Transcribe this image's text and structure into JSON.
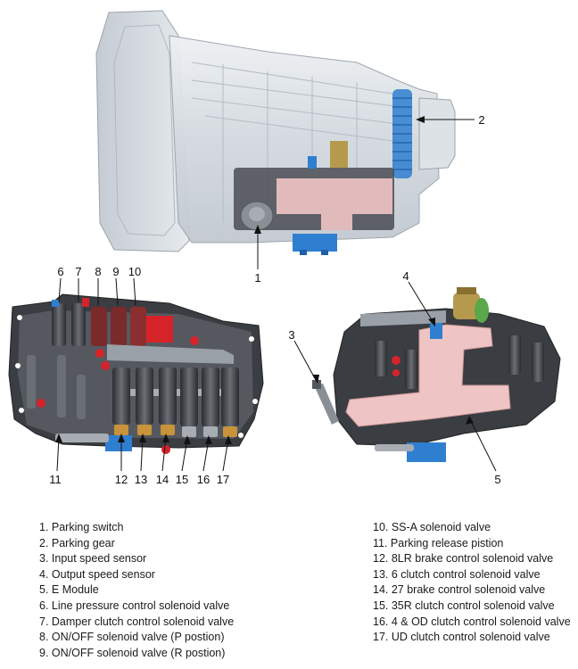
{
  "callouts": {
    "n1": "1",
    "n2": "2",
    "n3": "3",
    "n4": "4",
    "n5": "5",
    "n6": "6",
    "n7": "7",
    "n8": "8",
    "n9": "9",
    "n10": "10",
    "n11": "11",
    "n12": "12",
    "n13": "13",
    "n14": "14",
    "n15": "15",
    "n16": "16",
    "n17": "17"
  },
  "legend_left": [
    "1. Parking switch",
    "2. Parking gear",
    "3. Input speed sensor",
    "4. Output speed sensor",
    "5. E Module",
    "6. Line pressure control solenoid valve",
    "7. Damper clutch control solenoid valve",
    "8. ON/OFF solenoid valve (P postion)",
    "9. ON/OFF solenoid valve (R postion)"
  ],
  "legend_right": [
    "10. SS-A solenoid valve",
    "11. Parking release pistion",
    "12. 8LR brake control solenoid valve",
    "13. 6 clutch control solenoid valve",
    "14. 27 brake control solenoid valve",
    "15. 35R clutch control solenoid valve",
    "16. 4 & OD clutch control solenoid valve",
    "17. UD clutch control solenoid valve"
  ],
  "colors": {
    "casing": "#d8dde2",
    "module_pink": "#efc4c4",
    "valve_body": "#3a3d42",
    "accent_blue": "#2f7fd0",
    "accent_red": "#d6232a",
    "brass": "#c8933a"
  }
}
